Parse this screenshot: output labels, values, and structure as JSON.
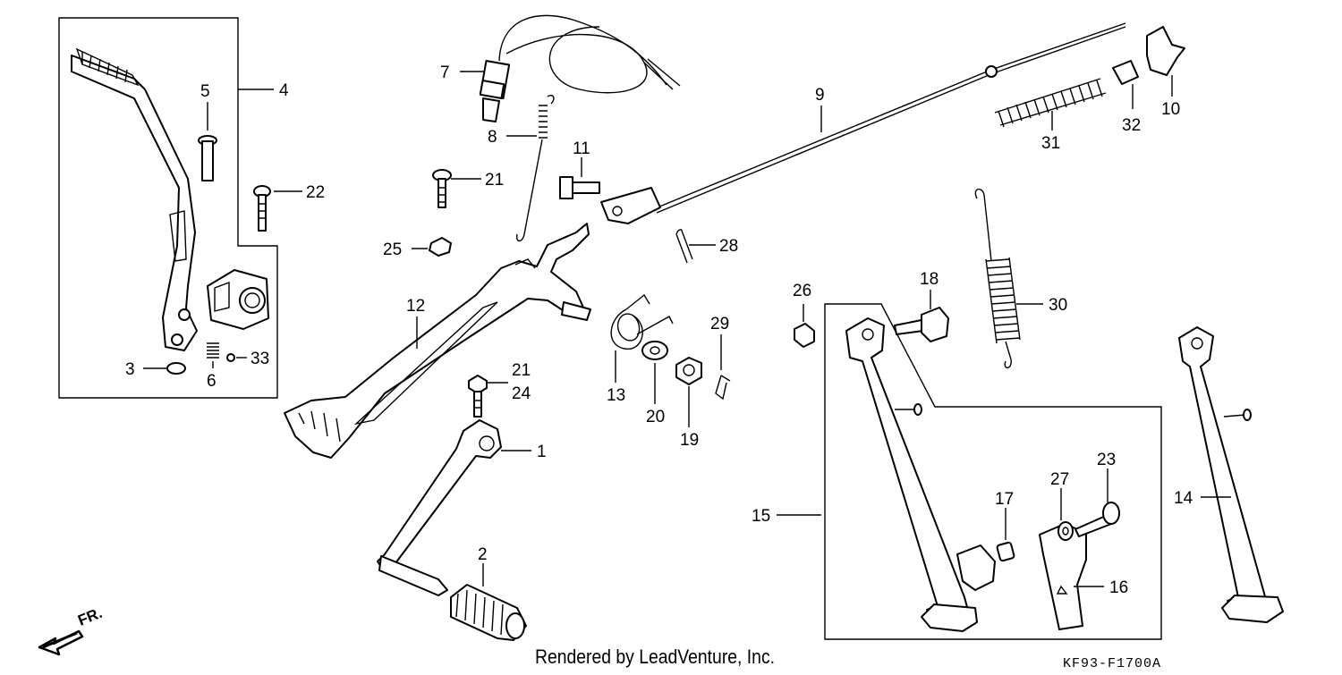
{
  "diagram": {
    "code": "KF93-F1700A",
    "credit": "Rendered by LeadVenture, Inc.",
    "direction_label": "FR.",
    "callouts": {
      "c1": "1",
      "c2": "2",
      "c3": "3",
      "c4": "4",
      "c5": "5",
      "c6": "6",
      "c7": "7",
      "c8": "8",
      "c9": "9",
      "c10": "10",
      "c11": "11",
      "c12": "12",
      "c13": "13",
      "c14": "14",
      "c15": "15",
      "c16": "16",
      "c17": "17",
      "c18": "18",
      "c19": "19",
      "c20": "20",
      "c21a": "21",
      "c21b": "21",
      "c22": "22",
      "c23": "23",
      "c24": "24",
      "c25": "25",
      "c26": "26",
      "c27": "27",
      "c28": "28",
      "c29": "29",
      "c30": "30",
      "c31": "31",
      "c32": "32",
      "c33": "33"
    }
  }
}
